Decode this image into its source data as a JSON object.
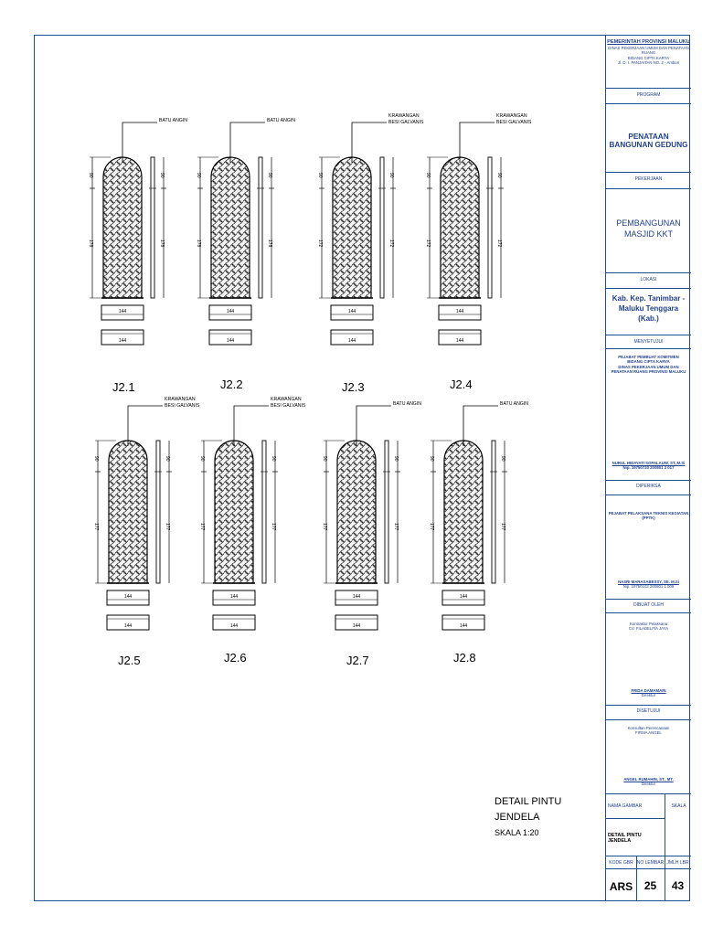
{
  "windows": [
    {
      "label": "J2.1",
      "callout": [
        "BATU ANGIN"
      ],
      "dim_top": "90",
      "dim_main": "178",
      "dim_width": "144",
      "plan_width": "144"
    },
    {
      "label": "J2.2",
      "callout": [
        "BATU ANGIN"
      ],
      "dim_top": "90",
      "dim_main": "178",
      "dim_width": "144",
      "plan_width": "144"
    },
    {
      "label": "J2.3",
      "callout": [
        "KRAWANGAN",
        "BESI GALVANIS"
      ],
      "dim_top": "90",
      "dim_main": "172",
      "dim_width": "144",
      "plan_width": "144"
    },
    {
      "label": "J2.4",
      "callout": [
        "KRAWANGAN",
        "BESI GALVANIS"
      ],
      "dim_top": "90",
      "dim_main": "172",
      "dim_width": "144",
      "plan_width": "144"
    },
    {
      "label": "J2.5",
      "callout": [
        "KRAWANGAN",
        "BESI GALVANIS"
      ],
      "dim_top": "90",
      "dim_main": "177",
      "dim_width": "144",
      "plan_width": "144"
    },
    {
      "label": "J2.6",
      "callout": [
        "KRAWANGAN",
        "BESI GALVANIS"
      ],
      "dim_top": "90",
      "dim_main": "177",
      "dim_width": "144",
      "plan_width": "144"
    },
    {
      "label": "J2.7",
      "callout": [
        "BATU ANGIN"
      ],
      "dim_top": "90",
      "dim_main": "177",
      "dim_width": "144",
      "plan_width": "144"
    },
    {
      "label": "J2.8",
      "callout": [
        "BATU ANGIN"
      ],
      "dim_top": "90",
      "dim_main": "177",
      "dim_width": "144",
      "plan_width": "144"
    }
  ],
  "drawing_title": {
    "line1": "DETAIL PINTU",
    "line2": "JENDELA",
    "scale": "SKALA 1:20"
  },
  "title_block": {
    "agency": {
      "line1": "PEMERINTAH PROVINSI MALUKU",
      "line2": "DINAS PEKERJAAN UMUM DAN PENATAAN RUANG",
      "line3": "BIDANG CIPTA KARYA",
      "line4": "Jl. D. I. PANJAITAN NO. 2 - Ambon"
    },
    "program_label": "PROGRAM",
    "program_value": "PENATAAN BANGUNAN GEDUNG",
    "pekerjaan_label": "PEKERJAAN",
    "pekerjaan_value": "PEMBANGUNAN MASJID KKT",
    "lokasi_label": "LOKASI",
    "lokasi_value": "Kab. Kep. Tanimbar - Maluku Tenggara (Kab.)",
    "menyetujui_label": "MENYETUJUI",
    "menyetujui_org": [
      "PEJABAT PEMBUAT KOMITMEN",
      "BIDANG CIPTA KARYA",
      "DINAS PEKERJAAN UMUM DAN",
      "PENATAAN RUANG PROVINSI MALUKU"
    ],
    "menyetujui_name": "NURUL HIDAYATI SOPALAUW, ST.,M.Si",
    "menyetujui_nip": "Nip. 19750720 200801 2 017",
    "diperiksa_label": "DIPERIKSA",
    "diperiksa_org": [
      "PEJABAT PELAKSANA TEKNIS KEGIATAN",
      "(PPTK)"
    ],
    "diperiksa_name": "NASRI MARASABESSY, SE. M.Si",
    "diperiksa_nip": "Nip. 19750102 200801 1 009",
    "dibuat_label": "DIBUAT OLEH",
    "dibuat_org": [
      "Kontraktor Pelaksana",
      "CV. FILADELFIA JAYA"
    ],
    "dibuat_name": "FRIDA DAMAMAIN",
    "dibuat_role": "Direktur",
    "disetujui_label": "DISETUJUI",
    "disetujui_org": [
      "Konsultan Perencanaan",
      "FIRMA ANGEL"
    ],
    "disetujui_name": "ANGEL RUMAHIN, ST., MT.",
    "disetujui_role": "Direktur",
    "nama_gambar_label": "NAMA GAMBAR",
    "skala_label": "SKALA",
    "nama_gambar_value": "DETAIL PINTU JENDELA",
    "kode_label": "KODE GBR",
    "no_lembar_label": "NO LEMBAR",
    "jml_lbr_label": "JMLH LBR",
    "kode_value": "ARS",
    "no_lembar_value": "25",
    "jml_lbr_value": "43"
  }
}
